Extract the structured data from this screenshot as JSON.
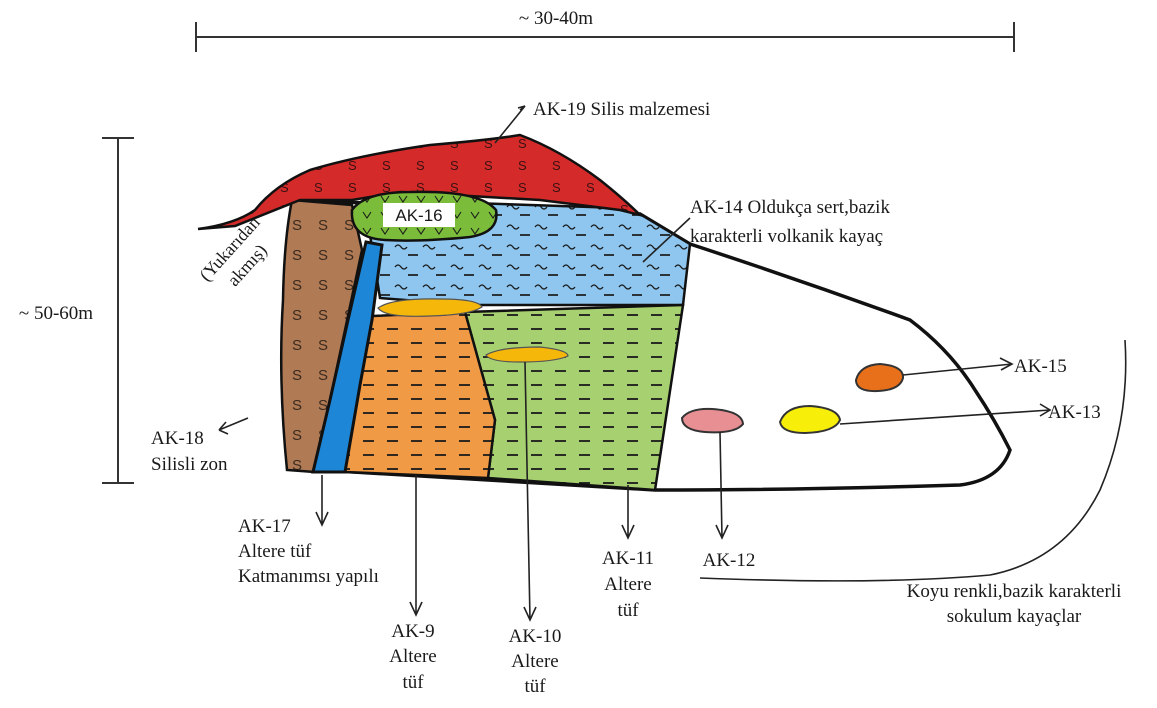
{
  "dimensions": {
    "width_label": "~ 30-40m",
    "height_label": "~ 50-60m"
  },
  "units": {
    "ak19": {
      "label": "AK-19 Silis malzemesi",
      "color": "#d42a2a"
    },
    "ak16": {
      "label": "AK-16",
      "color": "#7bbd3a"
    },
    "ak14": {
      "line1": "AK-14 Oldukça sert,bazik",
      "line2": "karakterli volkanik kayaç",
      "color": "#8ec6ef"
    },
    "ak18": {
      "line1": "AK-18",
      "line2": "Silisli zon",
      "color": "#b07a55"
    },
    "ak17": {
      "line1": "AK-17",
      "line2": "Altere tüf",
      "line3": "Katmanımsı yapılı",
      "color": "#1d86d6"
    },
    "ak9": {
      "line1": "AK-9",
      "line2": "Altere",
      "line3": "tüf",
      "color": "#f09a45"
    },
    "ak10": {
      "line1": "AK-10",
      "line2": "Altere",
      "line3": "tüf",
      "color": "#f5b70a"
    },
    "ak11": {
      "line1": "AK-11",
      "line2": "Altere",
      "line3": "tüf",
      "color": "#a7d070"
    },
    "ak12": {
      "label": "AK-12",
      "color": "#e88f94"
    },
    "ak13": {
      "label": "AK-13",
      "color": "#f7ef0a"
    },
    "ak15": {
      "label": "AK-15",
      "color": "#e8701a"
    }
  },
  "annotations": {
    "flow_line1": "(Yukarıdan",
    "flow_line2": "akmış)",
    "intrusive_line1": "Koyu renkli,bazik karakterli",
    "intrusive_line2": "sokulum kayaçlar"
  }
}
